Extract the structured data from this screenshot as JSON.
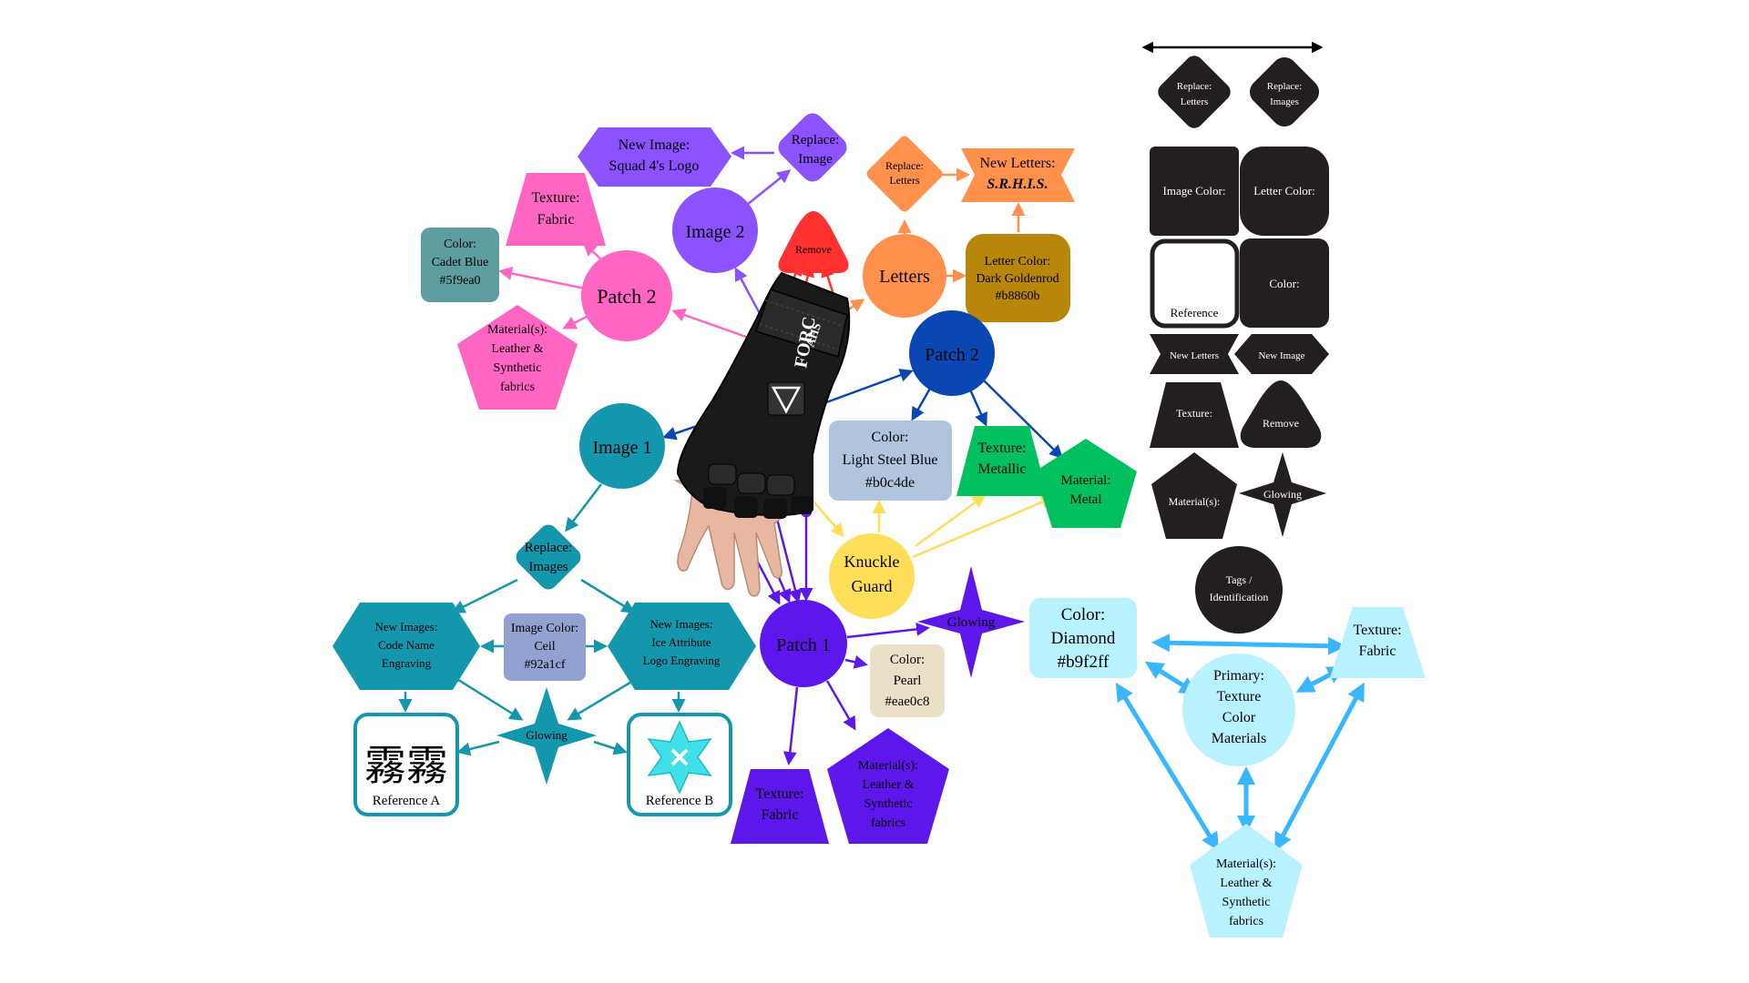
{
  "colors": {
    "pink": "#ff66c4",
    "cadet": "#5f9ea0",
    "purple": "#8c52ff",
    "orange": "#ff914d",
    "red": "#ff3131",
    "goldenrod": "#b8860b",
    "navy": "#0a47b3",
    "steel": "#b0c4de",
    "green": "#00c060",
    "teal": "#1497ad",
    "ceil": "#92a1cf",
    "yellow": "#ffde59",
    "violet": "#5e17eb",
    "pearl": "#eae0c8",
    "diamond": "#b9f2ff",
    "diamondArrow": "#38b6ff",
    "legend": "#231f20"
  },
  "nodes": {
    "patch2_pink": {
      "label": "Patch 2"
    },
    "texture_fabric_pink": {
      "line1": "Texture:",
      "line2": "Fabric"
    },
    "color_cadet": {
      "line1": "Color:",
      "line2": "Cadet Blue",
      "line3": "#5f9ea0"
    },
    "material_pink": {
      "line1": "Material(s):",
      "line2": "Leather &",
      "line3": "Synthetic",
      "line4": "fabrics"
    },
    "image2": {
      "label": "Image 2"
    },
    "new_image_squad": {
      "line1": "New Image:",
      "line2": "Squad 4's Logo"
    },
    "replace_image": {
      "line1": "Replace:",
      "line2": "Image"
    },
    "remove": {
      "label": "Remove"
    },
    "replace_letters": {
      "line1": "Replace:",
      "line2": "Letters"
    },
    "new_letters": {
      "line1": "New Letters:",
      "line2": "S.R.H.I.S."
    },
    "letters": {
      "label": "Letters"
    },
    "letter_color": {
      "line1": "Letter Color:",
      "line2": "Dark Goldenrod",
      "line3": "#b8860b"
    },
    "patch2_navy": {
      "label": "Patch 2"
    },
    "color_steel": {
      "line1": "Color:",
      "line2": "Light Steel Blue",
      "line3": "#b0c4de"
    },
    "texture_metallic": {
      "line1": "Texture:",
      "line2": "Metallic"
    },
    "material_metal": {
      "line1": "Material:",
      "line2": "Metal"
    },
    "image1": {
      "label": "Image 1"
    },
    "replace_images": {
      "line1": "Replace:",
      "line2": "Images"
    },
    "new_images_code": {
      "line1": "New Images:",
      "line2": "Code Name",
      "line3": "Engraving"
    },
    "image_color_ceil": {
      "line1": "Image Color:",
      "line2": "Ceil",
      "line3": "#92a1cf"
    },
    "new_images_ice": {
      "line1": "New Images:",
      "line2": "Ice Attribute",
      "line3": "Logo Engraving"
    },
    "glowing_teal": {
      "label": "Glowing"
    },
    "reference_a": {
      "glyphs": "霧霧",
      "caption": "Reference A"
    },
    "reference_b": {
      "caption": "Reference B"
    },
    "knuckle_guard": {
      "line1": "Knuckle",
      "line2": "Guard"
    },
    "patch1": {
      "label": "Patch 1"
    },
    "glowing_violet": {
      "label": "Glowing"
    },
    "color_pearl": {
      "line1": "Color:",
      "line2": "Pearl",
      "line3": "#eae0c8"
    },
    "texture_fabric_violet": {
      "line1": "Texture:",
      "line2": "Fabric"
    },
    "material_violet": {
      "line1": "Material(s):",
      "line2": "Leather &",
      "line3": "Synthetic",
      "line4": "fabrics"
    },
    "glove_brand": {
      "label": "FORC"
    },
    "glove_patch": {
      "label": "AHS"
    }
  },
  "legend": {
    "replace_letters": {
      "line1": "Replace:",
      "line2": "Letters"
    },
    "replace_images": {
      "line1": "Replace:",
      "line2": "Images"
    },
    "image_color": {
      "label": "Image Color:"
    },
    "letter_color": {
      "label": "Letter Color:"
    },
    "reference": {
      "label": "Reference"
    },
    "color": {
      "label": "Color:"
    },
    "new_letters": {
      "label": "New Letters"
    },
    "new_image": {
      "label": "New Image"
    },
    "texture": {
      "label": "Texture:"
    },
    "remove": {
      "label": "Remove"
    },
    "materials": {
      "label": "Material(s):"
    },
    "glowing": {
      "label": "Glowing"
    },
    "tags": {
      "line1": "Tags /",
      "line2": "Identification"
    }
  },
  "diamond_key": {
    "color": {
      "line1": "Color:",
      "line2": "Diamond",
      "line3": "#b9f2ff"
    },
    "texture": {
      "line1": "Texture:",
      "line2": "Fabric"
    },
    "primary": {
      "line1": "Primary:",
      "line2": "Texture",
      "line3": "Color",
      "line4": "Materials"
    },
    "materials": {
      "line1": "Material(s):",
      "line2": "Leather &",
      "line3": "Synthetic",
      "line4": "fabrics"
    }
  }
}
